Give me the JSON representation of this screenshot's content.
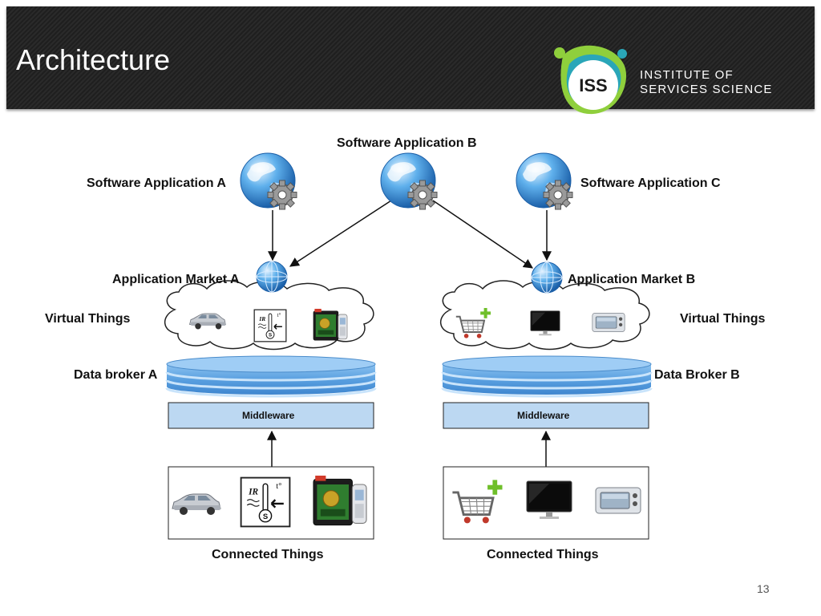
{
  "slide": {
    "title": "Architecture",
    "page_number": "13"
  },
  "logo": {
    "mark": "ISS",
    "line1": "INSTITUTE OF",
    "line2": "SERVICES SCIENCE"
  },
  "diagram": {
    "apps": {
      "a": "Software Application A",
      "b": "Software Application B",
      "c": "Software Application C"
    },
    "markets": {
      "a": "Application Market A",
      "b": "Application Market B"
    },
    "virtual_things": {
      "left": "Virtual Things",
      "right": "Virtual Things"
    },
    "brokers": {
      "a": "Data broker A",
      "b": "Data Broker B"
    },
    "middleware": {
      "a": "Middleware",
      "b": "Middleware"
    },
    "connected": {
      "a": "Connected Things",
      "b": "Connected Things"
    },
    "icons": [
      "globe-gear-icon",
      "globe-icon",
      "car-icon",
      "ir-thermometer-icon",
      "rfid-reader-icon",
      "shopping-cart-icon",
      "monitor-icon",
      "toaster-oven-icon"
    ]
  },
  "colors": {
    "header_bg": "#262626",
    "logo_green": "#8fcf3c",
    "logo_teal": "#2aa6b8",
    "middleware_fill": "#bcd8f2",
    "broker_blue": "#6aa9e4"
  }
}
